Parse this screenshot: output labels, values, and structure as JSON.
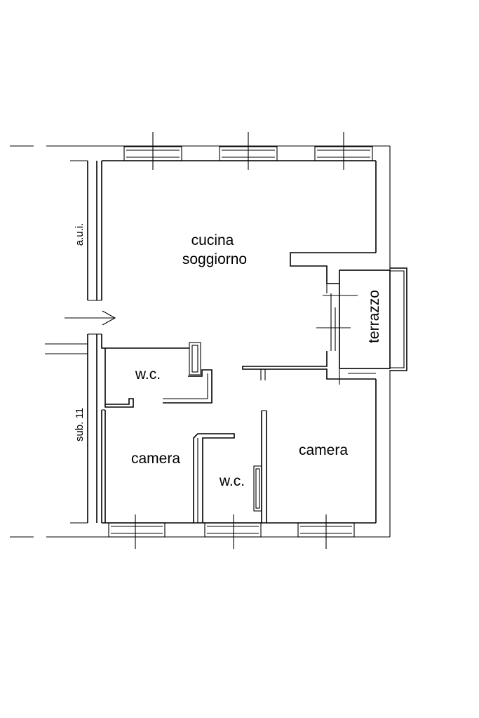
{
  "rooms": {
    "kitchen_line1": "cucina",
    "kitchen_line2": "soggiorno",
    "terrace": "terrazzo",
    "wc_top": "w.c.",
    "wc_bottom": "w.c.",
    "bedroom_left": "camera",
    "bedroom_right": "camera"
  },
  "neighbors": {
    "top_left": "a.u.i.",
    "bottom_left": "sub. 11"
  },
  "colors": {
    "line": "#000000",
    "background": "#ffffff"
  }
}
